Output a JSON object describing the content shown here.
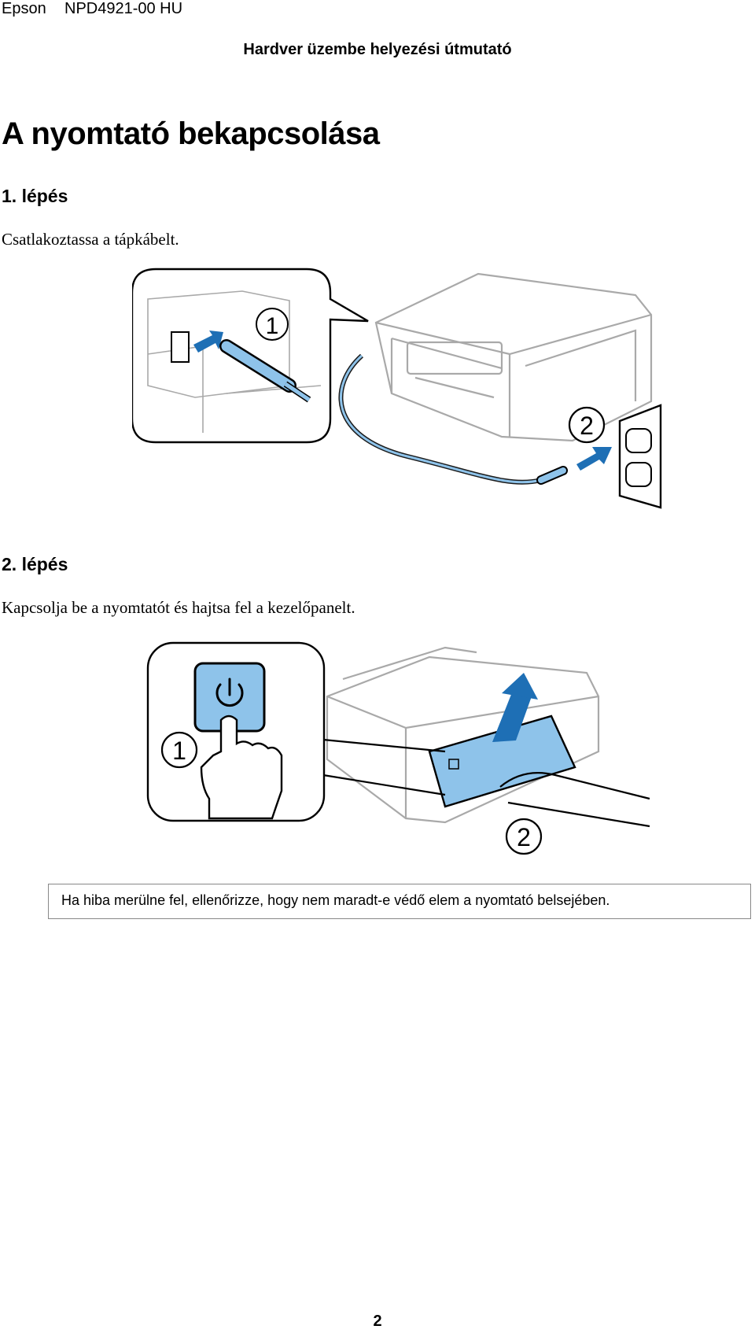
{
  "header": {
    "brand": "Epson",
    "doc_code": "NPD4921-00 HU",
    "title": "Hardver üzembe helyezési útmutató"
  },
  "section": {
    "heading": "A nyomtató bekapcsolása"
  },
  "steps": [
    {
      "label": "1. lépés",
      "text": "Csatlakoztassa a tápkábelt.",
      "callouts": [
        "1",
        "2"
      ]
    },
    {
      "label": "2. lépés",
      "text": "Kapcsolja be a nyomtatót és hajtsa fel a kezelőpanelt.",
      "callouts": [
        "1",
        "2"
      ]
    }
  ],
  "note": {
    "text": "Ha hiba merülne fel, ellenőrizze, hogy nem maradt-e védő elem a nyomtató belsejében."
  },
  "footer": {
    "page_number": "2"
  },
  "colors": {
    "accent_blue": "#8ec3ea",
    "arrow_blue": "#1e6fb5",
    "outline_gray": "#a9a9a9",
    "ink": "#000000"
  },
  "icons": [
    "power-icon",
    "arrow-icon"
  ]
}
